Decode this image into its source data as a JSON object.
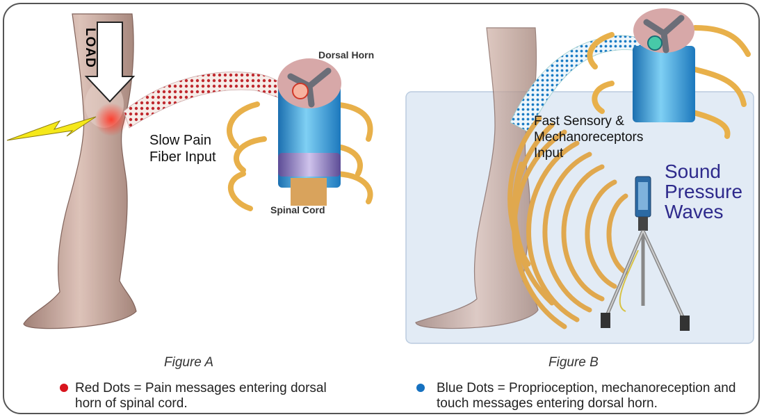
{
  "labels": {
    "load": "LOAD",
    "dorsal_horn": "Dorsal Horn",
    "spinal_cord": "Spinal Cord",
    "slow_pain": "Slow Pain Fiber Input",
    "fast_sensory": "Fast Sensory & Mechanoreceptors Input",
    "sound_waves": "Sound Pressure Waves",
    "figure_a": "Figure A",
    "figure_b": "Figure B"
  },
  "legend": {
    "red": {
      "text": "Red Dots = Pain messages entering dorsal horn of spinal cord.",
      "color": "#d8141d"
    },
    "blue": {
      "text": "Blue Dots = Proprioception, mechanoreception and touch messages entering dorsal horn.",
      "color": "#1671c0"
    }
  },
  "colors": {
    "skin": "#c9a89c",
    "nerve": "#e8b04a",
    "cord_blue": "#2fa3e0",
    "cord_purple": "#9a88c8",
    "panel_b": "#dfe9f4",
    "bolt": "#f5e81a"
  },
  "icons": [
    "lightning-bolt-icon",
    "load-arrow-icon",
    "tripod-icon"
  ]
}
